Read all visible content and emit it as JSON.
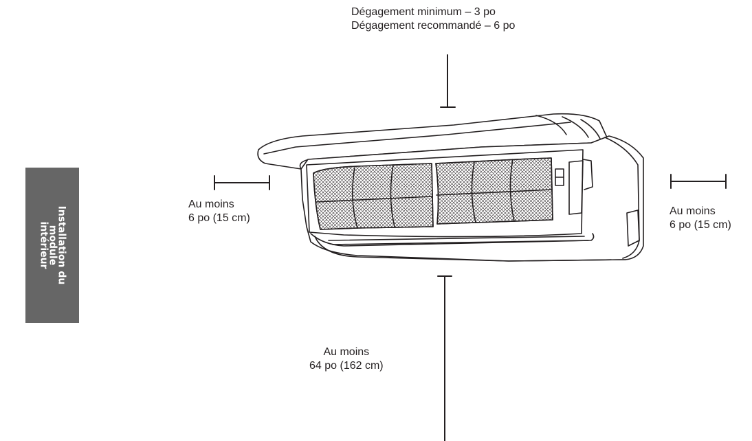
{
  "top_clearance": {
    "line1": "Dégagement minimum – 3 po",
    "line2": "Dégagement recommandé – 6 po"
  },
  "left_clearance": {
    "line1": "Au moins",
    "line2": "6 po (15 cm)"
  },
  "right_clearance": {
    "line1": "Au moins",
    "line2": "6 po (15 cm)"
  },
  "bottom_clearance": {
    "line1": "Au moins",
    "line2": "64 po (162 cm)"
  },
  "side_tab": {
    "line1": "Installation du",
    "line2": "module",
    "line3": "intérieur",
    "color": "#666666"
  },
  "line_color": "#231f20",
  "illustration": "indoor-wall-mounted-air-conditioner"
}
